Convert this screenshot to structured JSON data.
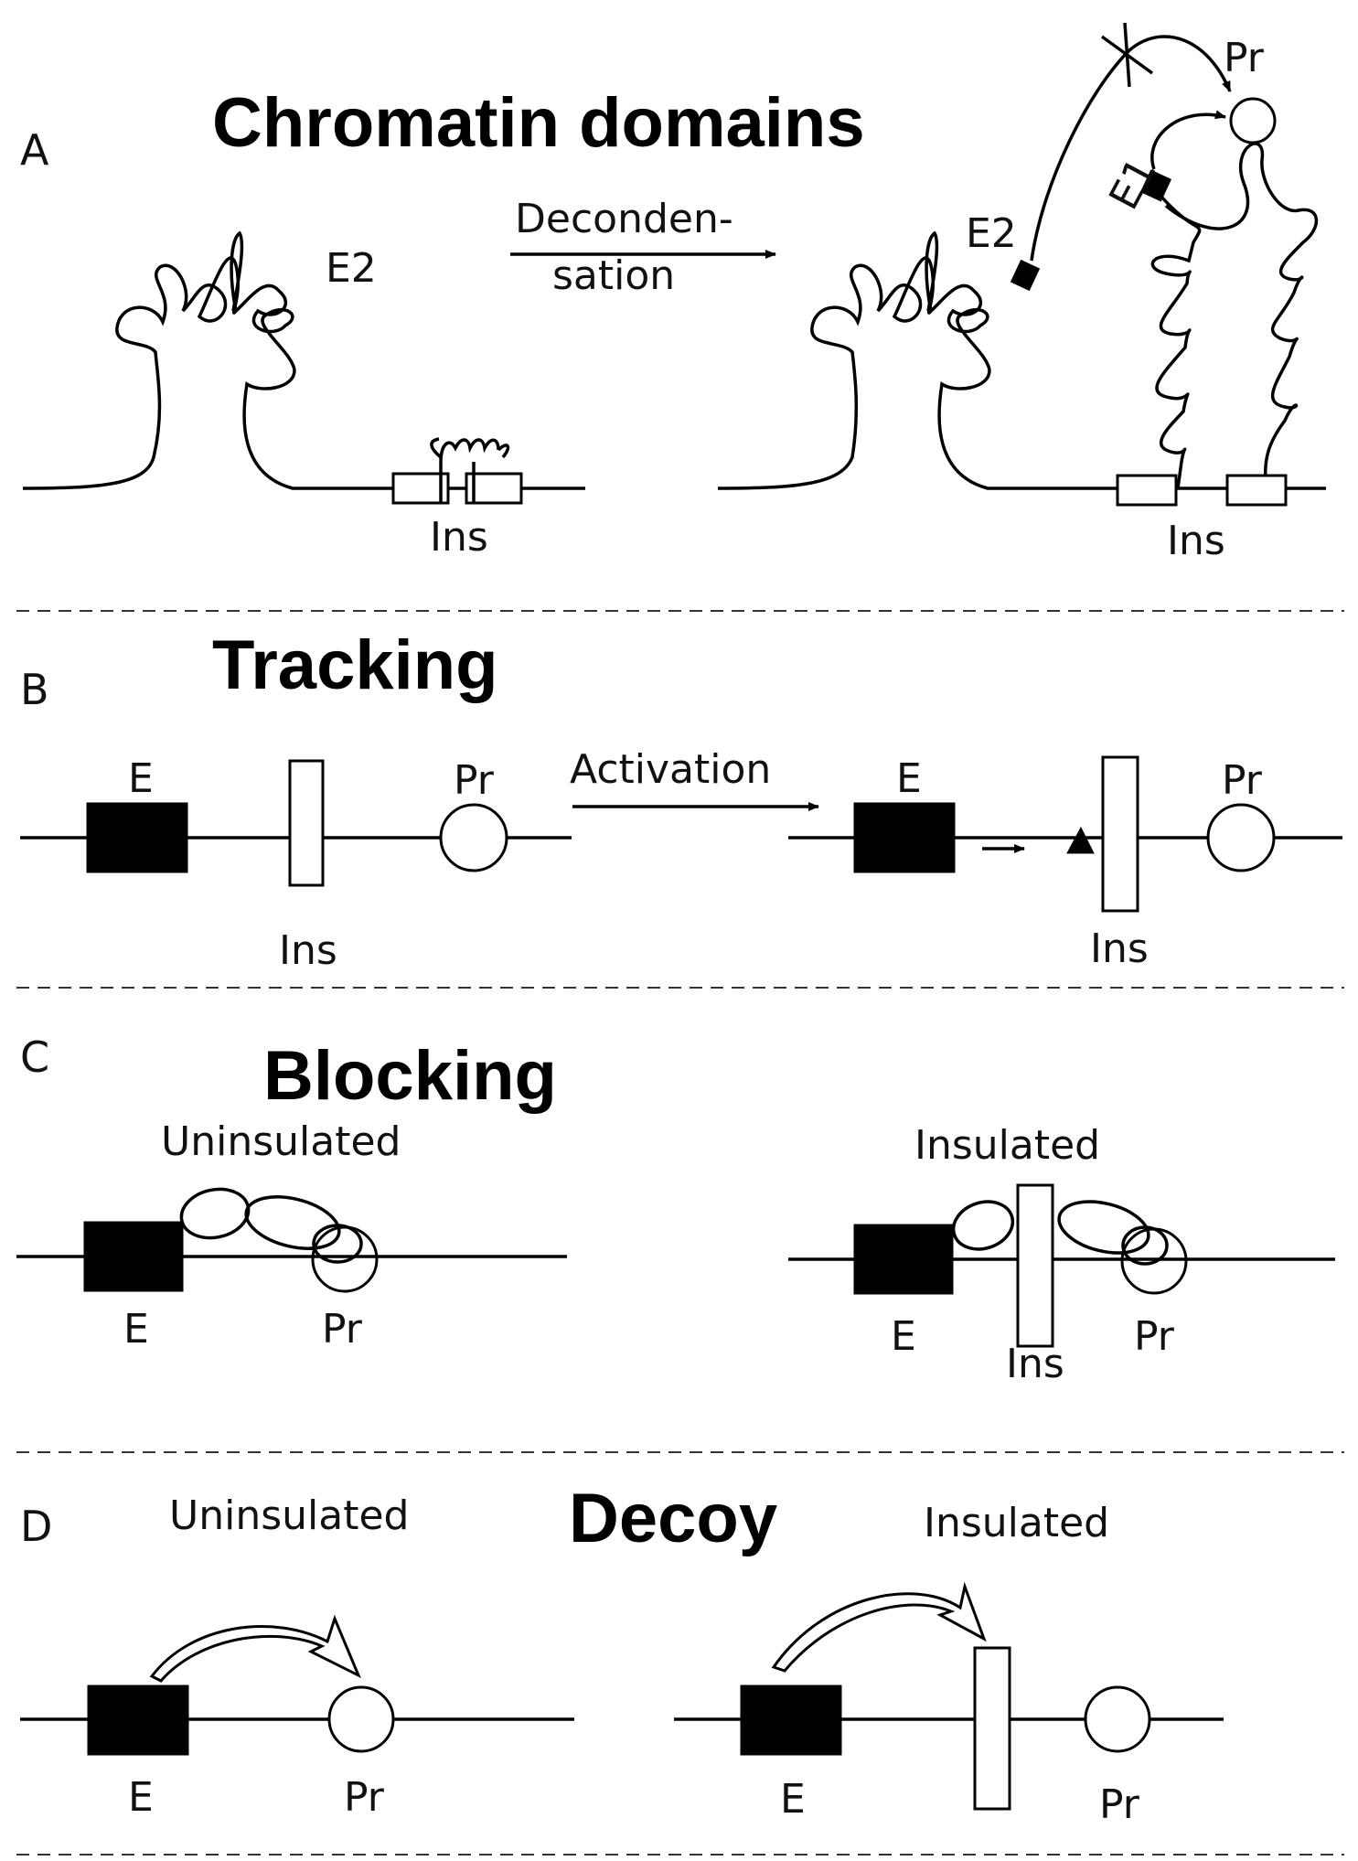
{
  "panels": {
    "a": {
      "letter": "A",
      "title": "Chromatin domains",
      "arrow_label_line1": "Deconden-",
      "arrow_label_line2": "sation",
      "e2_left": "E2",
      "e2_right": "E2",
      "e1": "E1",
      "pr": "Pr",
      "ins_left": "Ins",
      "ins_right": "Ins"
    },
    "b": {
      "letter": "B",
      "title": "Tracking",
      "arrow_label": "Activation",
      "e_left": "E",
      "ins_left": "Ins",
      "pr_left": "Pr",
      "e_right": "E",
      "ins_right": "Ins",
      "pr_right": "Pr"
    },
    "c": {
      "letter": "C",
      "title": "Blocking",
      "left_state": "Uninsulated",
      "right_state": "Insulated",
      "e_left": "E",
      "pr_left": "Pr",
      "e_right": "E",
      "ins_right": "Ins",
      "pr_right": "Pr"
    },
    "d": {
      "letter": "D",
      "title": "Decoy",
      "left_state": "Uninsulated",
      "right_state": "Insulated",
      "e_left": "E",
      "pr_left": "Pr",
      "e_right": "E",
      "pr_right": "Pr"
    }
  }
}
